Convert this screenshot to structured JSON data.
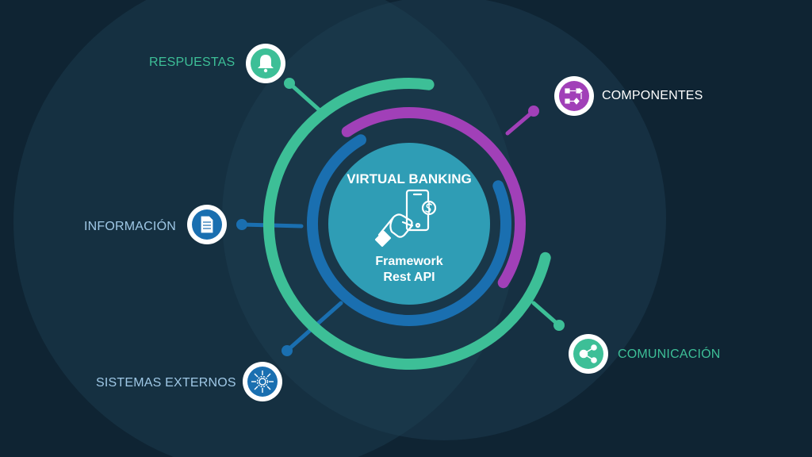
{
  "center": {
    "title": "VIRTUAL BANKING",
    "line1": "Framework",
    "line2": "Rest API",
    "icon": "hand-phone-dollar-icon"
  },
  "nodes": [
    {
      "id": "respuestas",
      "label": "RESPUESTAS",
      "icon": "bell-icon",
      "color": "#3dbf97"
    },
    {
      "id": "componentes",
      "label": "COMPONENTES",
      "icon": "flow-components-icon",
      "color": "#a140b8"
    },
    {
      "id": "informacion",
      "label": "INFORMACIÓN",
      "icon": "document-icon",
      "color": "#1a6fb0"
    },
    {
      "id": "comunicacion",
      "label": "COMUNICACIÓN",
      "icon": "share-network-icon",
      "color": "#3dbf97"
    },
    {
      "id": "sistemas",
      "label": "SISTEMAS EXTERNOS",
      "icon": "gear-network-icon",
      "color": "#1a6fb0"
    }
  ],
  "colors": {
    "background": "#0f2433",
    "green": "#3dbf97",
    "purple": "#a140b8",
    "blue": "#1a6fb0",
    "center": "#2f9db5",
    "label_green": "#3dbf97",
    "label_white": "#ffffff",
    "label_blue": "#9fc8e6"
  }
}
